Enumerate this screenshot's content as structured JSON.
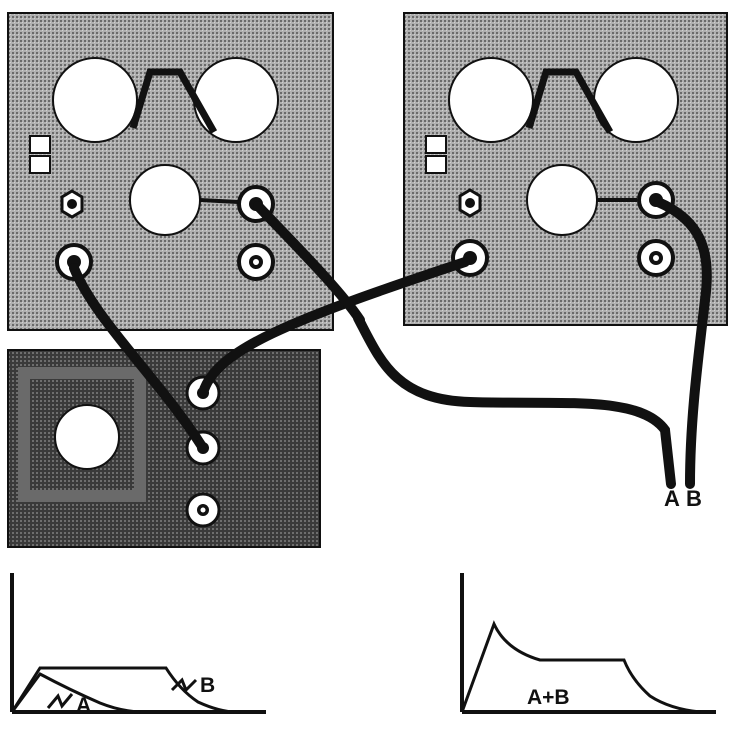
{
  "module_labels": {
    "left_top": "",
    "right_top": ""
  },
  "cable_labels": {
    "a": "A",
    "b": "B"
  },
  "graph_left": {
    "curve_a_label": "A",
    "curve_b_label": "B"
  },
  "graph_right": {
    "curve_sum_label": "A+B"
  },
  "colors": {
    "panel_light": "#9a9a9a",
    "panel_dark": "#3c3c3c",
    "cable": "#111111",
    "jack": "#ffffff",
    "background": "#ffffff"
  }
}
